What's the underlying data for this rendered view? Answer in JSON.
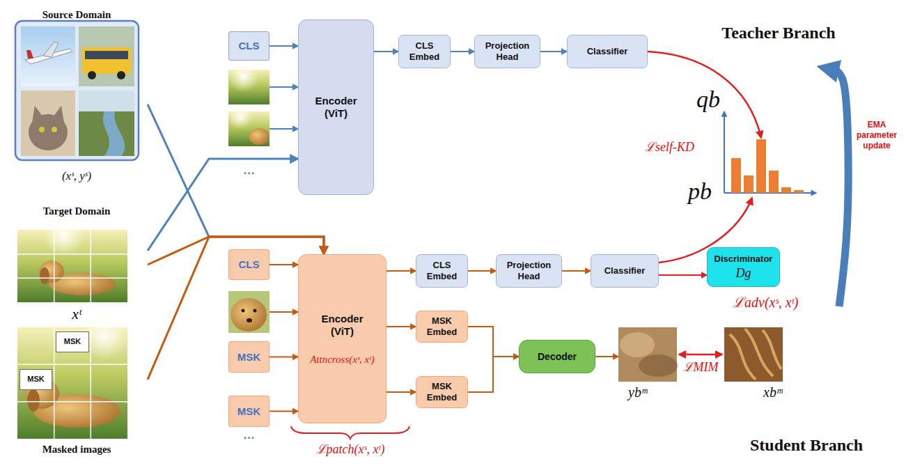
{
  "diagram": {
    "nodes": [
      {
        "text": [
          "Source Domain",
          "(xˢ, yˢ)"
        ]
      },
      {
        "text": [
          "Target Domain",
          "xᵗ",
          "Masked images"
        ]
      },
      {
        "text": [
          "MSK"
        ],
        "in": 1
      },
      {
        "text": [
          "MSK"
        ],
        "in": 1
      },
      {
        "text": [
          "Teacher Branch"
        ]
      },
      {
        "text": [
          "CLS"
        ],
        "in": 4
      },
      {
        "text": [
          "Encoder (ViT)"
        ],
        "in": 4
      },
      {
        "text": [
          "CLS Embed"
        ],
        "in": 4
      },
      {
        "text": [
          "Projection Head"
        ],
        "in": 4
      },
      {
        "text": [
          "Classifier"
        ],
        "in": 4
      },
      {
        "text": [
          "Student Branch"
        ]
      },
      {
        "text": [
          "CLS"
        ],
        "in": 10
      },
      {
        "text": [
          "MSK"
        ],
        "in": 10
      },
      {
        "text": [
          "MSK"
        ],
        "in": 10
      },
      {
        "text": [
          "Encoder (ViT)",
          "Attncross(xˢ, xᵗ)"
        ],
        "in": 10
      },
      {
        "text": [
          "CLS Embed"
        ],
        "in": 10
      },
      {
        "text": [
          "Projection Head"
        ],
        "in": 10
      },
      {
        "text": [
          "Classifier"
        ],
        "in": 10
      },
      {
        "text": [
          "Discriminator",
          "Dg"
        ],
        "in": 10
      },
      {
        "text": [
          "MSK Embed"
        ],
        "in": 10
      },
      {
        "text": [
          "MSK Embed"
        ],
        "in": 10
      },
      {
        "text": [
          "Decoder"
        ],
        "in": 10
      }
    ],
    "edges": [
      {
        "from": 5,
        "to": 6,
        "arrow": "to"
      },
      {
        "from": 6,
        "to": 7,
        "arrow": "to"
      },
      {
        "from": 7,
        "to": 8,
        "arrow": "to"
      },
      {
        "from": 8,
        "to": 9,
        "arrow": "to"
      },
      {
        "from": 1,
        "to": 6,
        "arrow": "to"
      },
      {
        "from": 0,
        "to": 14,
        "arrow": "to"
      },
      {
        "from": 1,
        "to": 14,
        "arrow": "to"
      },
      {
        "from": 1,
        "to": 14,
        "arrow": "to"
      },
      {
        "from": 11,
        "to": 14,
        "arrow": "to"
      },
      {
        "from": 12,
        "to": 14,
        "arrow": "to"
      },
      {
        "from": 13,
        "to": 14,
        "arrow": "to"
      },
      {
        "from": 14,
        "to": 15,
        "arrow": "to"
      },
      {
        "from": 15,
        "to": 16,
        "arrow": "to"
      },
      {
        "from": 16,
        "to": 17,
        "arrow": "to"
      },
      {
        "from": 17,
        "to": 18,
        "arrow": "to"
      },
      {
        "from": 14,
        "to": 19,
        "arrow": "to"
      },
      {
        "from": 14,
        "to": 20,
        "arrow": "to"
      },
      {
        "from": 19,
        "to": 21,
        "arrow": "to"
      },
      {
        "from": 20,
        "to": 21,
        "arrow": "to"
      },
      {
        "from": 10,
        "to": 4,
        "arrow": "to"
      }
    ],
    "labels": [
      "...",
      "qb",
      "ℒself-KD",
      "pb",
      "EMA parameter update",
      "...",
      "ℒadv(xˢ, xᵗ)",
      "ybᵐ",
      "ℒMIM",
      "xbᵐ",
      "ℒpatch(xˢ, xᵗ)"
    ]
  }
}
